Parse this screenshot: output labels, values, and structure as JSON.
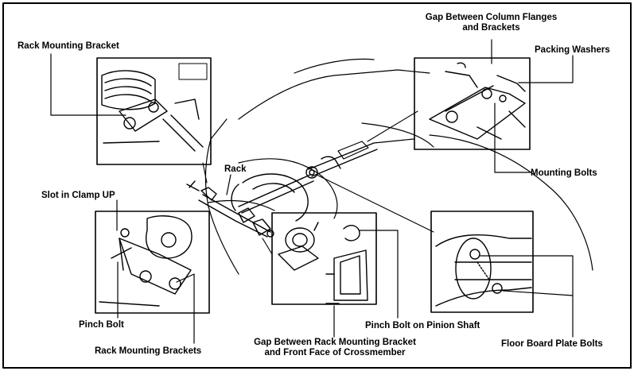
{
  "labels": {
    "rack_mounting_bracket": "Rack Mounting Bracket",
    "rack": "Rack",
    "slot_in_clamp_up": "Slot in Clamp UP",
    "pinch_bolt": "Pinch Bolt",
    "rack_mounting_brackets": "Rack Mounting Brackets",
    "gap_column_line1": "Gap Between Column Flanges",
    "gap_column_line2": "and Brackets",
    "packing_washers": "Packing Washers",
    "mounting_bolts": "Mounting Bolts",
    "pinch_bolt_pinion": "Pinch Bolt on Pinion Shaft",
    "floor_board_plate_bolts": "Floor Board Plate Bolts",
    "gap_rack_line1": "Gap Between Rack Mounting Bracket",
    "gap_rack_line2": "and Front Face of Crossmember"
  },
  "colors": {
    "ink": "#000000",
    "paper": "#ffffff"
  }
}
